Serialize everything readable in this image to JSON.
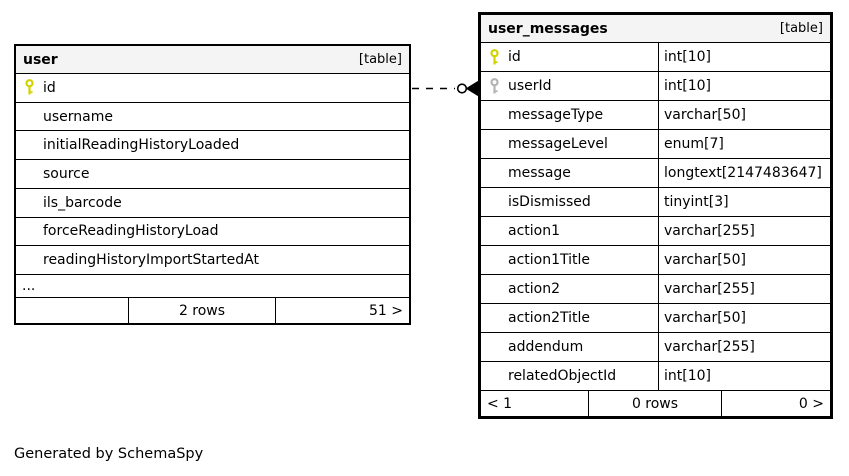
{
  "canvas": {
    "generated_note": "Generated by SchemaSpy"
  },
  "user_table": {
    "title": "user",
    "badge": "[table]",
    "columns": [
      {
        "name": "id",
        "key": "primary"
      },
      {
        "name": "username",
        "key": "none"
      },
      {
        "name": "initialReadingHistoryLoaded",
        "key": "none"
      },
      {
        "name": "source",
        "key": "none"
      },
      {
        "name": "ils_barcode",
        "key": "none"
      },
      {
        "name": "forceReadingHistoryLoad",
        "key": "none"
      },
      {
        "name": "readingHistoryImportStartedAt",
        "key": "none"
      }
    ],
    "ellipsis": "...",
    "footer": {
      "left": "",
      "center": "2 rows",
      "right": "51 >"
    }
  },
  "user_messages_table": {
    "title": "user_messages",
    "badge": "[table]",
    "columns": [
      {
        "name": "id",
        "type": "int[10]",
        "key": "primary"
      },
      {
        "name": "userId",
        "type": "int[10]",
        "key": "foreign"
      },
      {
        "name": "messageType",
        "type": "varchar[50]",
        "key": "none"
      },
      {
        "name": "messageLevel",
        "type": "enum[7]",
        "key": "none"
      },
      {
        "name": "message",
        "type": "longtext[2147483647]",
        "key": "none"
      },
      {
        "name": "isDismissed",
        "type": "tinyint[3]",
        "key": "none"
      },
      {
        "name": "action1",
        "type": "varchar[255]",
        "key": "none"
      },
      {
        "name": "action1Title",
        "type": "varchar[50]",
        "key": "none"
      },
      {
        "name": "action2",
        "type": "varchar[255]",
        "key": "none"
      },
      {
        "name": "action2Title",
        "type": "varchar[50]",
        "key": "none"
      },
      {
        "name": "addendum",
        "type": "varchar[255]",
        "key": "none"
      },
      {
        "name": "relatedObjectId",
        "type": "int[10]",
        "key": "none"
      }
    ],
    "footer": {
      "left": "< 1",
      "center": "0 rows",
      "right": "0 >"
    }
  },
  "relationship": {
    "from": "user.id",
    "to": "user_messages.userId",
    "style": "dashed"
  },
  "colors": {
    "primary_key": "#d2d200",
    "foreign_key": "#b4b4b4",
    "header_bg": "#f4f4f4",
    "border": "#000000",
    "background": "#ffffff"
  }
}
